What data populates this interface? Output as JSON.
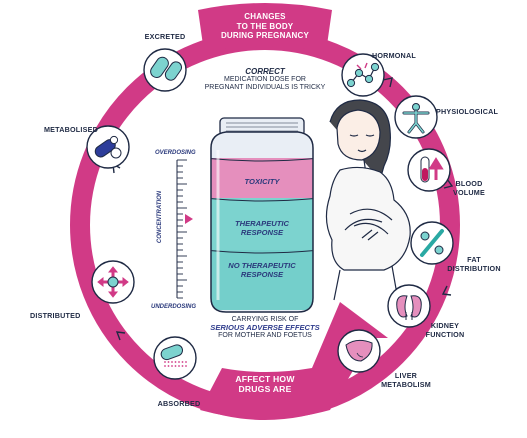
{
  "ring": {
    "title_top_lines": [
      "CHANGES",
      "TO THE BODY",
      "DURING PREGNANCY"
    ],
    "title_bottom_lines": [
      "AFFECT HOW",
      "DRUGS ARE"
    ],
    "color": "#d13a86"
  },
  "center": {
    "heading": "CORRECT",
    "heading_sub_lines": [
      "MEDICATION DOSE FOR",
      "PREGNANT INDIVIDUALS IS TRICKY"
    ],
    "risk_lines": [
      "CARRYING RISK OF"
    ],
    "risk_em": "SERIOUS ADVERSE EFFECTS",
    "risk_tail": "FOR MOTHER AND FOETUS"
  },
  "jar": {
    "toxicity": "TOXICITY",
    "therapeutic_lines": [
      "THERAPEUTIC",
      "RESPONSE"
    ],
    "no_therapeutic_lines": [
      "NO THERAPEUTIC",
      "RESPONSE"
    ],
    "colors": {
      "pink": "#e58fbd",
      "teal": "#7cd3cf",
      "glass": "#e9eef5"
    }
  },
  "axis": {
    "top": "OVERDOSING",
    "middle": "CONCENTRATION",
    "bottom": "UNDERDOSING"
  },
  "stages": [
    {
      "id": "excreted",
      "label_lines": [
        "EXCRETED"
      ],
      "icon": "pills-icon"
    },
    {
      "id": "hormonal",
      "label_lines": [
        "HORMONAL"
      ],
      "icon": "molecule-icon"
    },
    {
      "id": "physiological",
      "label_lines": [
        "PHYSIOLOGICAL"
      ],
      "icon": "body-icon"
    },
    {
      "id": "blood_volume",
      "label_lines": [
        "BLOOD",
        "VOLUME"
      ],
      "icon": "test-tube-icon"
    },
    {
      "id": "fat_distribution",
      "label_lines": [
        "FAT",
        "DISTRIBUTION"
      ],
      "icon": "percent-icon"
    },
    {
      "id": "kidney_function",
      "label_lines": [
        "KIDNEY",
        "FUNCTION"
      ],
      "icon": "kidney-icon"
    },
    {
      "id": "liver_metabolism",
      "label_lines": [
        "LIVER",
        "METABOLISM"
      ],
      "icon": "liver-icon"
    },
    {
      "id": "absorbed",
      "label_lines": [
        "ABSORBED"
      ],
      "icon": "dissolving-pill-icon"
    },
    {
      "id": "distributed",
      "label_lines": [
        "DISTRIBUTED"
      ],
      "icon": "arrows-icon"
    },
    {
      "id": "metabolised",
      "label_lines": [
        "METABOLISED"
      ],
      "icon": "capsule-icon"
    }
  ]
}
